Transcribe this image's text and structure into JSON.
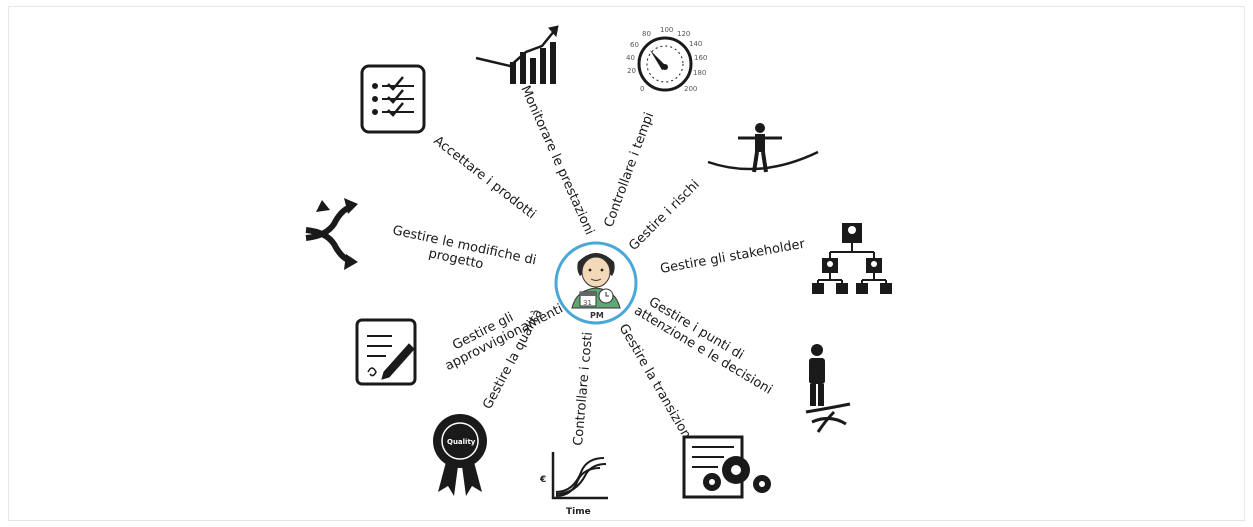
{
  "center": {
    "caption": "PM"
  },
  "activities": [
    {
      "label": "Monitorare le prestazioni",
      "icon": "bar-chart-trend-icon"
    },
    {
      "label": "Controllare i tempi",
      "icon": "speedometer-icon"
    },
    {
      "label": "Gestire i rischi",
      "icon": "tightrope-walker-icon"
    },
    {
      "label": "Gestire gli stakeholder",
      "icon": "org-chart-icon"
    },
    {
      "label_lines": [
        "Gestire i punti di",
        "attenzione e le decisioni"
      ],
      "icon": "crossroads-person-icon"
    },
    {
      "label": "Gestire la transizione",
      "icon": "gears-document-icon"
    },
    {
      "label": "Controllare i costi",
      "icon": "cost-curve-chart-icon"
    },
    {
      "label": "Gestire la qualità",
      "icon": "quality-badge-icon"
    },
    {
      "label_lines": [
        "Gestire gli",
        "approvvigionamenti"
      ],
      "icon": "signature-form-icon"
    },
    {
      "label_lines": [
        "Gestire le modifiche di",
        "progetto"
      ],
      "icon": "branching-arrows-icon"
    },
    {
      "label": "Accettare i prodotti",
      "icon": "checklist-icon"
    }
  ],
  "icon_text": {
    "quality": "Quality",
    "cost_axis": "Time",
    "cost_unit": "€",
    "gauge_ticks": [
      "0",
      "20",
      "40",
      "60",
      "80",
      "100",
      "120",
      "140",
      "160",
      "180",
      "200"
    ],
    "calendar_day": "31"
  },
  "colors": {
    "ring": "#4aa8d8",
    "icon": "#1a1a1a",
    "shirt": "#5fa777"
  }
}
